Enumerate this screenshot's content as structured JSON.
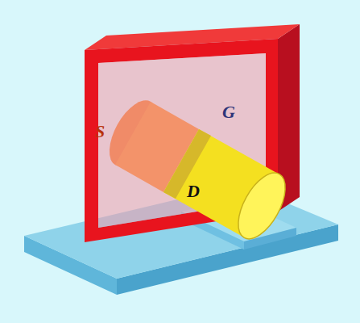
{
  "diagram": {
    "labels": [
      "G",
      "S",
      "D"
    ]
  }
}
